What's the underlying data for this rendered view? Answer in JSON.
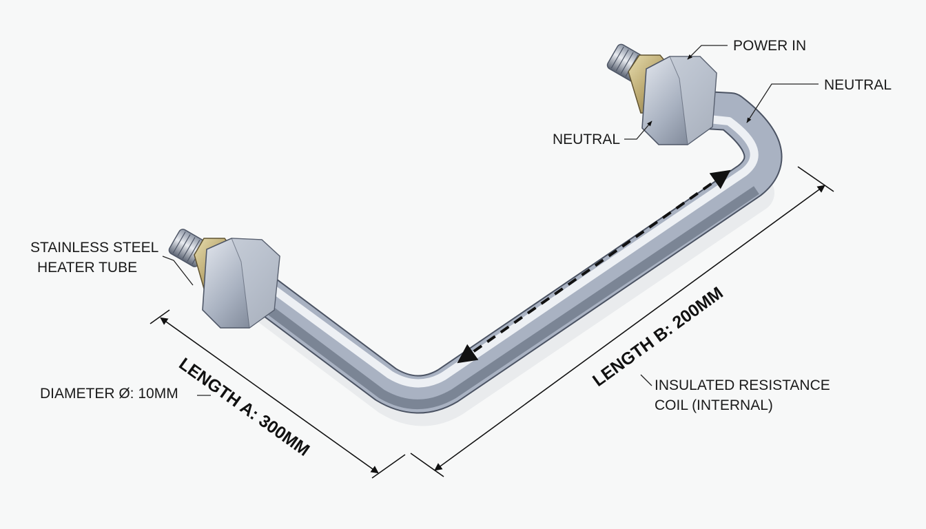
{
  "labels": {
    "power_in": "POWER IN",
    "neutral_right": "NEUTRAL",
    "neutral_left": "NEUTRAL",
    "tube_line1": "STAINLESS STEEL",
    "tube_line2": "HEATER TUBE",
    "diameter": "DIAMETER Ø: 10MM",
    "coil_line1": "INSULATED RESISTANCE",
    "coil_line2": "COIL (INTERNAL)"
  },
  "dimensions": {
    "length_a": "LENGTH A: 300MM",
    "length_b": "LENGTH B: 200MM"
  },
  "colors": {
    "tube_light": "#eef1f6",
    "tube_mid": "#a9b2c2",
    "tube_dark": "#4f5868",
    "nut_brass": "#c4b27a",
    "background": "#f7f8f8"
  }
}
